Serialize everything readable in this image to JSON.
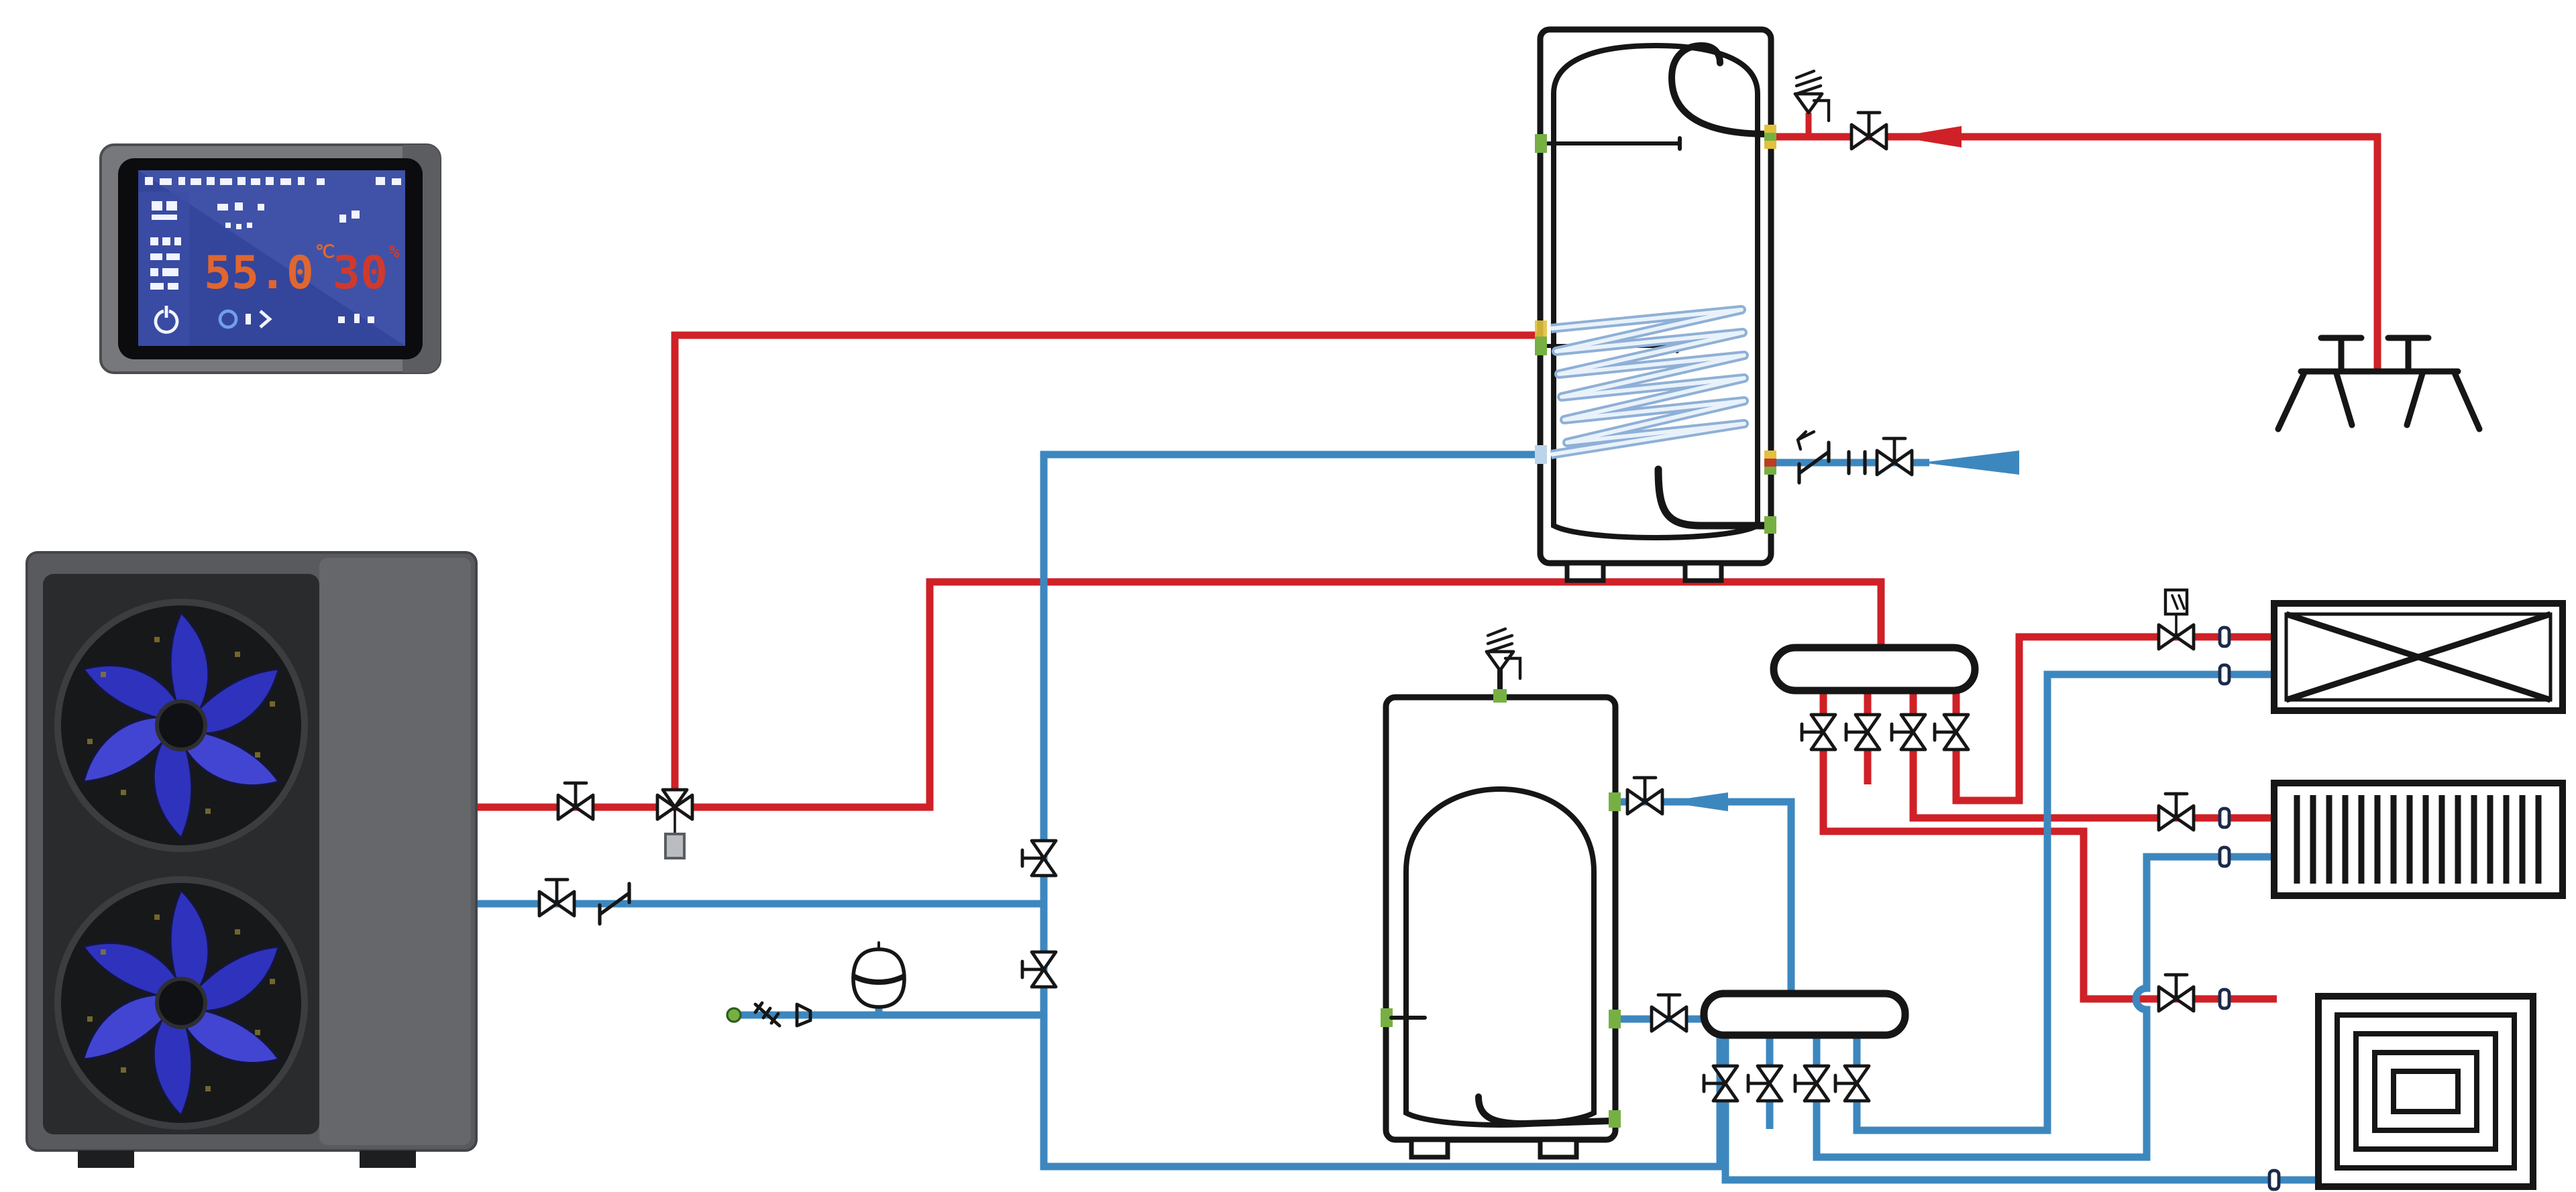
{
  "diagram_title": "air-to-water heat pump heating and hot water system schematic",
  "controller": {
    "display": {
      "supply_temp": "55.0",
      "supply_temp_unit": "℃",
      "secondary_value": "30",
      "secondary_unit": "%"
    }
  },
  "colors": {
    "pipe-hot": "#cf2127",
    "pipe-cold": "#3d87bf",
    "line": "#161616",
    "accent-green": "#76b043",
    "accent-yellow": "#e2c13c",
    "accent-red": "#c03a22",
    "screen-blue": "#34459c",
    "digit-orange": "#e0662f",
    "digit-red": "#cf3a2c",
    "cabinet": "#595a5e",
    "cabinet-light": "#66676b",
    "recess": "#2a2b2d",
    "fan-blue": "#2e32bd"
  },
  "legend": {
    "controller": "wifi touchscreen controller",
    "heat_pump": "monoblock air source heat pump with two fans",
    "dhw_tank": "domestic hot water cylinder with internal coil",
    "buffer_tank": "buffer tank",
    "supply_manifold": "heating supply manifold with four shut-off valves",
    "return_manifold": "heating return manifold with four shut-off valves",
    "shower": "domestic hot water outlets",
    "fan_coil": "fan coil unit",
    "radiator": "panel radiator",
    "underfloor": "underfloor heating circuit",
    "safety_valve": "pressure safety valve",
    "three_way_valve": "motorised three-way diverter valve",
    "expansion_vessel": "expansion vessel",
    "check_valve": "non-return valve",
    "strainer": "y-strainer",
    "fill_point": "system fill point"
  }
}
